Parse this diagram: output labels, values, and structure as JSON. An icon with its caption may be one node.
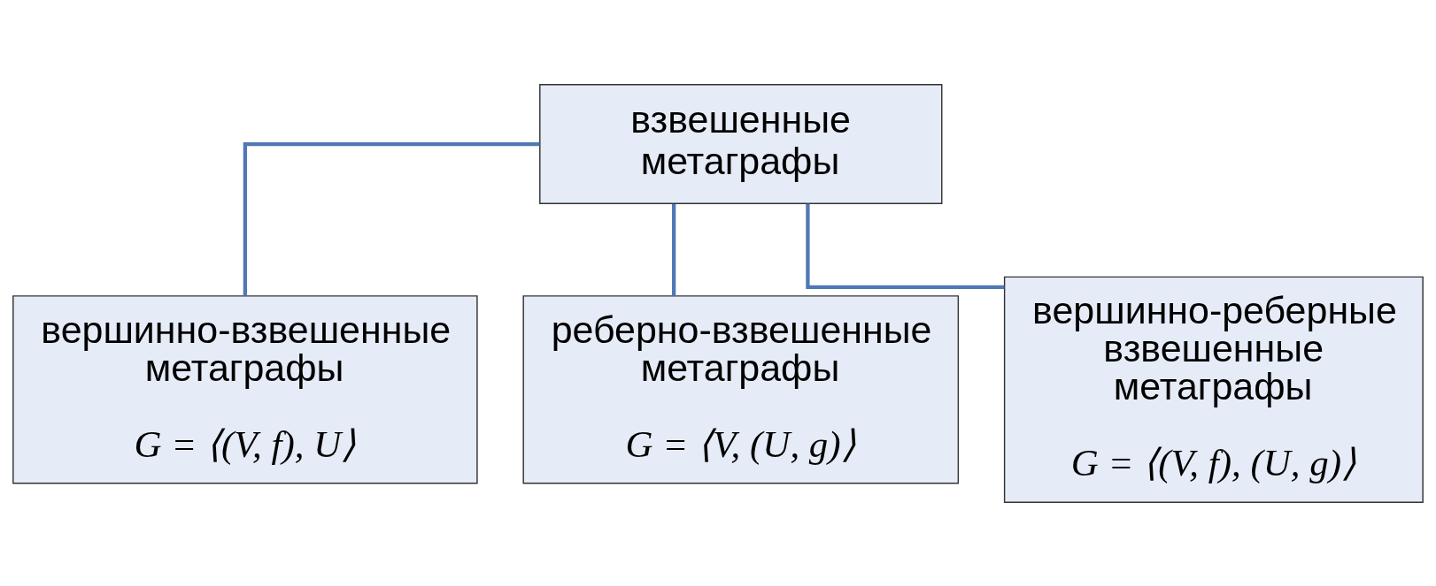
{
  "diagram": {
    "nodes": [
      {
        "text": [
          "взвешенные метаграфы"
        ]
      },
      {
        "text": [
          "вершинно-взвешенные метаграфы",
          "G = ⟨(V, f), U⟩"
        ]
      },
      {
        "text": [
          "реберно-взвешенные метаграфы",
          "G = ⟨V, (U, g)⟩"
        ]
      },
      {
        "text": [
          "вершинно-реберные взвешенные метаграфы",
          "G = ⟨(V, f), (U, g)⟩"
        ]
      }
    ],
    "edges": [
      {
        "from": 0,
        "to": 1,
        "arrow": "none"
      },
      {
        "from": 0,
        "to": 2,
        "arrow": "none"
      },
      {
        "from": 0,
        "to": 3,
        "arrow": "none"
      }
    ]
  }
}
